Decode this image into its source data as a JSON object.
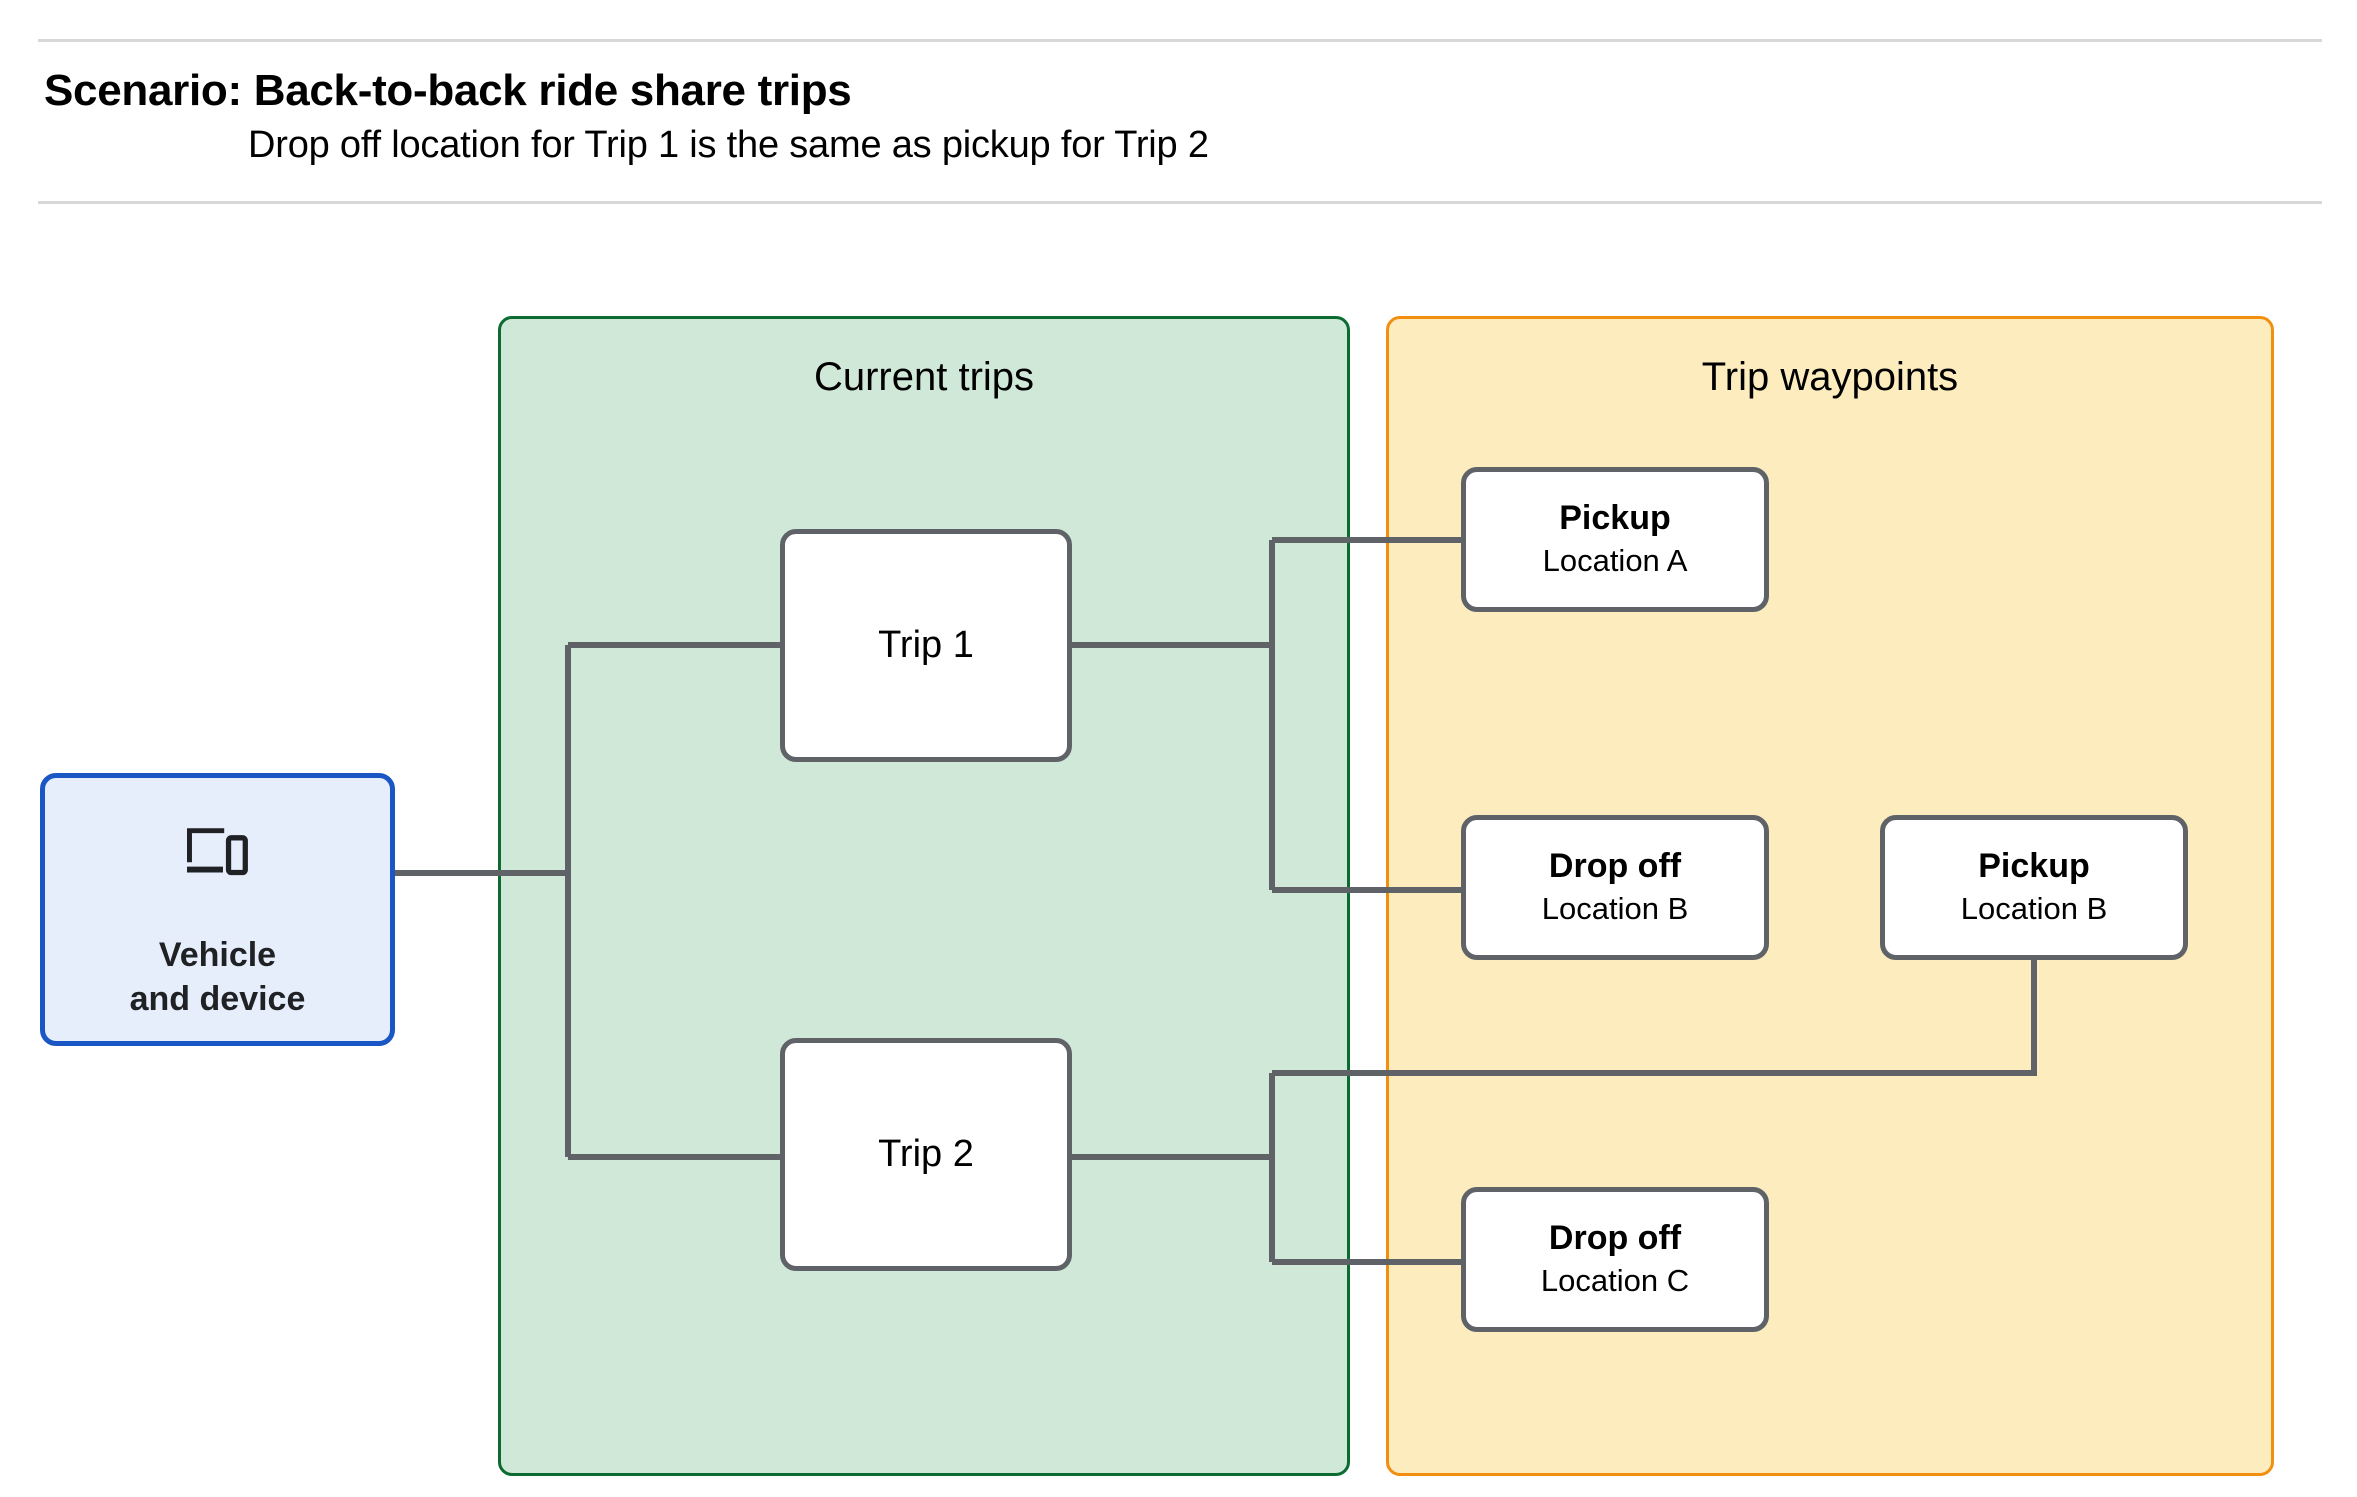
{
  "header": {
    "title": "Scenario: Back-to-back ride share trips",
    "subtitle": "Drop off  location for Trip 1 is the same as pickup for Trip 2"
  },
  "panels": {
    "current_trips": {
      "title": "Current trips",
      "fill": "#cfe8d7",
      "border": "#0b6b31"
    },
    "trip_waypoints": {
      "title": "Trip waypoints",
      "fill": "#fcecbe",
      "border": "#f18f10"
    }
  },
  "source": {
    "icon": "devices-icon",
    "label_line1": "Vehicle",
    "label_line2": "and device",
    "fill": "#e6eefc",
    "border": "#1a56c4"
  },
  "trips": [
    {
      "label": "Trip 1"
    },
    {
      "label": "Trip 2"
    }
  ],
  "waypoints": [
    {
      "type": "Pickup",
      "location": "Location A"
    },
    {
      "type": "Drop off",
      "location": "Location B"
    },
    {
      "type": "Pickup",
      "location": "Location B"
    },
    {
      "type": "Drop off",
      "location": "Location C"
    }
  ],
  "connector_color": "#5f6368",
  "node_border_color": "#5f6368"
}
